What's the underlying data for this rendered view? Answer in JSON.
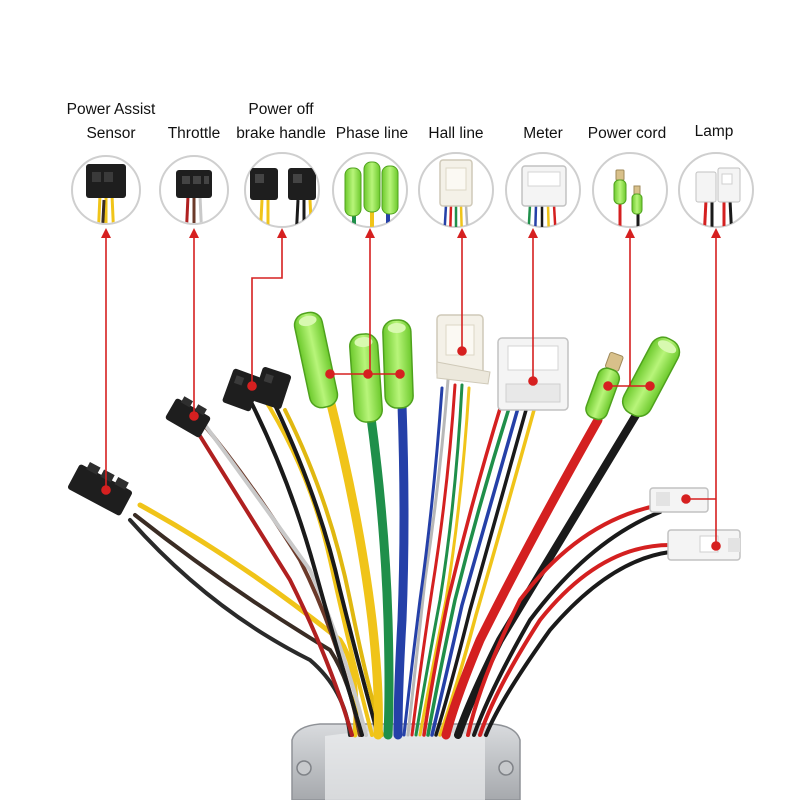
{
  "labels": {
    "power_assist_line1": "Power Assist",
    "power_assist_line2": "Sensor",
    "throttle": "Throttle",
    "power_off_line1": "Power off",
    "power_off_line2": "brake handle",
    "phase_line": "Phase line",
    "hall_line": "Hall line",
    "meter": "Meter",
    "power_cord": "Power cord",
    "lamp": "Lamp"
  },
  "colors": {
    "pointer": "#d62020",
    "badge_ring": "#cfcfcf",
    "yellow_wire": "#f0c419",
    "green_wire": "#1f8f4a",
    "blue_wire": "#2540a8",
    "red_wire": "#d42020",
    "black_wire": "#1a1a1a",
    "brown_wire": "#6b3a2a",
    "white_wire": "#e8e8e8",
    "green_boot": "#8fe34a",
    "controller_body": "#b9bcc0"
  }
}
